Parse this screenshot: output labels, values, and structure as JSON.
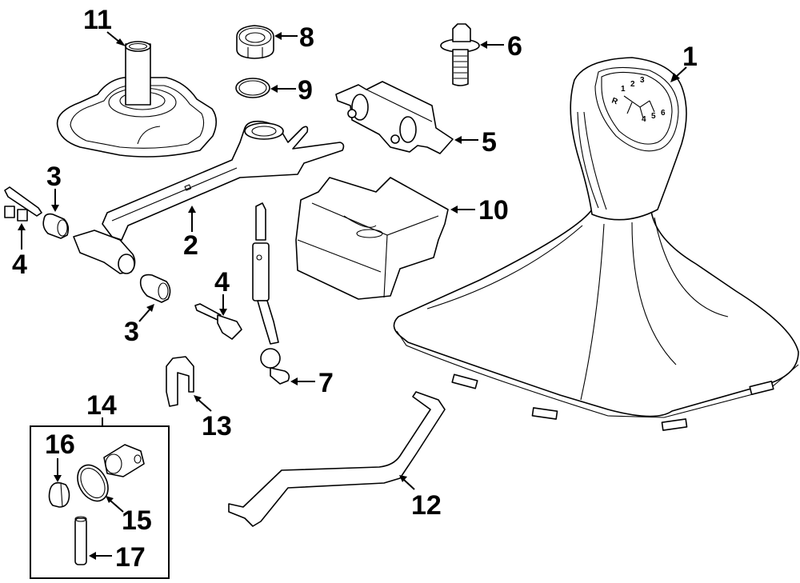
{
  "diagram": {
    "type": "exploded-parts-diagram",
    "subject": "manual transmission shifter assembly",
    "colors": {
      "line": "#000000",
      "background": "#ffffff"
    },
    "callouts": [
      {
        "id": "c1",
        "label": "1",
        "part": "shift-knob-and-boot"
      },
      {
        "id": "c2",
        "label": "2",
        "part": "shift-lever"
      },
      {
        "id": "c3a",
        "label": "3",
        "part": "bushing-upper"
      },
      {
        "id": "c3b",
        "label": "3",
        "part": "bushing-lower"
      },
      {
        "id": "c4a",
        "label": "4",
        "part": "clip-left"
      },
      {
        "id": "c4b",
        "label": "4",
        "part": "clip-center"
      },
      {
        "id": "c5",
        "label": "5",
        "part": "mount-bracket"
      },
      {
        "id": "c6",
        "label": "6",
        "part": "bolt"
      },
      {
        "id": "c7",
        "label": "7",
        "part": "shift-rod"
      },
      {
        "id": "c8",
        "label": "8",
        "part": "nut"
      },
      {
        "id": "c9",
        "label": "9",
        "part": "o-ring"
      },
      {
        "id": "c10",
        "label": "10",
        "part": "shifter-housing"
      },
      {
        "id": "c11",
        "label": "11",
        "part": "inner-boot"
      },
      {
        "id": "c12",
        "label": "12",
        "part": "selector-rod"
      },
      {
        "id": "c13",
        "label": "13",
        "part": "retainer-clip"
      },
      {
        "id": "c14",
        "label": "14",
        "part": "repair-kit"
      },
      {
        "id": "c15",
        "label": "15",
        "part": "kit-seal-ring"
      },
      {
        "id": "c16",
        "label": "16",
        "part": "kit-cap"
      },
      {
        "id": "c17",
        "label": "17",
        "part": "kit-pin"
      }
    ],
    "knob_shift_pattern": [
      "R",
      "1",
      "2",
      "3",
      "4",
      "5",
      "6"
    ]
  }
}
